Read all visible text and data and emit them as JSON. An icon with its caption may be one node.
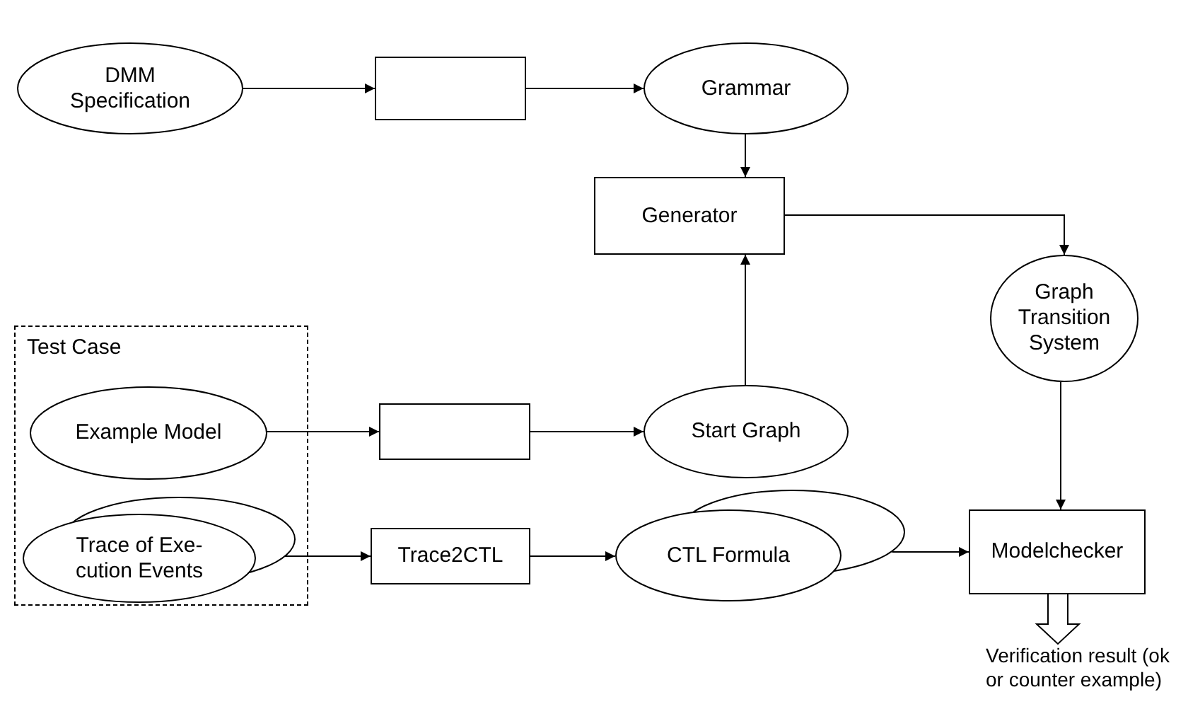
{
  "diagram": {
    "nodes": [
      {
        "text": [
          "Test Case"
        ]
      },
      {
        "text": [
          "DMM Specification"
        ]
      },
      {
        "text": [],
        "shape": "box"
      },
      {
        "text": [
          "Grammar"
        ]
      },
      {
        "text": [
          "Generator"
        ]
      },
      {
        "text": [
          "Example Model"
        ],
        "in": 0
      },
      {
        "text": [],
        "shape": "box"
      },
      {
        "text": [
          "Start Graph"
        ]
      },
      {
        "text": [
          "Graph Transition System"
        ]
      },
      {
        "text": [
          "Trace of Exe- cution Events"
        ],
        "in": 0
      },
      {
        "text": [
          "Trace2CTL"
        ]
      },
      {
        "text": [
          "CTL Formula"
        ]
      },
      {
        "text": [
          "Modelchecker"
        ]
      },
      {
        "text": [
          "Verification result (ok or counter example)"
        ]
      }
    ],
    "edges": [
      {
        "from": 1,
        "to": 2,
        "arrow": "to"
      },
      {
        "from": 2,
        "to": 3,
        "arrow": "to"
      },
      {
        "from": 3,
        "to": 4,
        "arrow": "to"
      },
      {
        "from": 4,
        "to": 8,
        "arrow": "to"
      },
      {
        "from": 5,
        "to": 6,
        "arrow": "to"
      },
      {
        "from": 6,
        "to": 7,
        "arrow": "to"
      },
      {
        "from": 7,
        "to": 4,
        "arrow": "to"
      },
      {
        "from": 9,
        "to": 10,
        "arrow": "to"
      },
      {
        "from": 10,
        "to": 11,
        "arrow": "to"
      },
      {
        "from": 11,
        "to": 12,
        "arrow": "to"
      },
      {
        "from": 8,
        "to": 12,
        "arrow": "to"
      },
      {
        "from": 12,
        "to": 13,
        "arrow": "to",
        "style": "thick"
      }
    ]
  }
}
